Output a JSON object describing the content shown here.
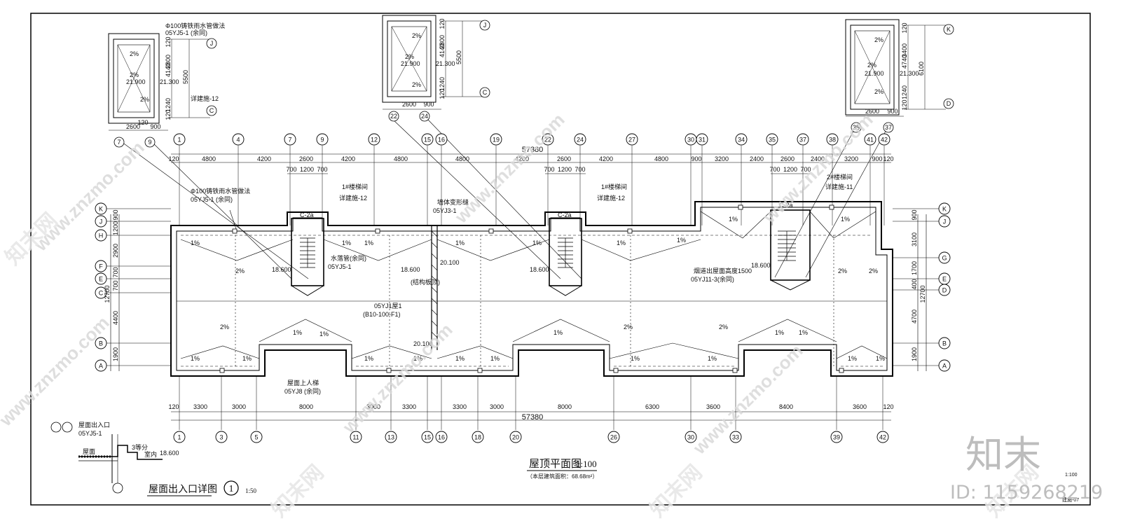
{
  "sheet": {
    "title_main": "屋顶平面图",
    "title_scale": "1:100",
    "title_note": "（本层建筑面积：68.68m²）",
    "detail_title": "屋面出入口详图",
    "detail_number": "1",
    "detail_scale": "1:50",
    "corner_scale": "1:100",
    "corner_sheet": "建施-07"
  },
  "axes_top": [
    "1",
    "4",
    "7",
    "9",
    "12",
    "15",
    "16",
    "19",
    "22",
    "24",
    "27",
    "30",
    "31",
    "34",
    "35",
    "37",
    "38",
    "41",
    "42"
  ],
  "axes_bottom": [
    "1",
    "3",
    "5",
    "11",
    "13",
    "15",
    "16",
    "18",
    "20",
    "26",
    "30",
    "33",
    "39",
    "42"
  ],
  "axes_left": [
    "K",
    "J",
    "H",
    "F",
    "E",
    "C",
    "B",
    "A"
  ],
  "axes_right": [
    "K",
    "J",
    "G",
    "E",
    "D",
    "B",
    "A"
  ],
  "dims_top": [
    "120",
    "4800",
    "4200",
    "2600",
    "4200",
    "4800",
    "4800",
    "4200",
    "2600",
    "4200",
    "4800",
    "900",
    "3200",
    "2400",
    "2600",
    "2400",
    "3200",
    "900",
    "120"
  ],
  "dims_top_total": "57380",
  "dims_top_stair": [
    "700",
    "1200",
    "700"
  ],
  "dims_bottom": [
    "120",
    "3300",
    "3000",
    "8000",
    "3000",
    "3300",
    "3300",
    "3000",
    "8000",
    "6300",
    "3600",
    "8400",
    "3600",
    "120"
  ],
  "dims_bottom_total": "57380",
  "dims_left": [
    "900",
    "1200",
    "2900",
    "700",
    "700",
    "4400",
    "1900"
  ],
  "dims_left_total": "12700",
  "dims_right": [
    "900",
    "3100",
    "1700",
    "400",
    "4700",
    "1900"
  ],
  "dims_right_total": "12700",
  "slopes": [
    "1%",
    "2%",
    "2%",
    "1%"
  ],
  "elevations": [
    "18.600",
    "20.100",
    "21.300",
    "21.900"
  ],
  "labels": {
    "stair1": "1#楼梯间",
    "stair2": "2#楼梯间",
    "see1": "详建施-12",
    "see2": "详建施-12",
    "see3": "详建施-11",
    "pipe_note": "Φ100铸铁雨水管做法",
    "pipe_ref": "05YJ5-1 (余同)",
    "deform": "墙体变形缝",
    "deform_ref": "05YJ3-1",
    "chimney": "烟道出屋面高度1500",
    "chimney_ref": "05YJ11-3(余同)",
    "roof_ref": "05YJ1屋1",
    "roof_code": "(B10-100-F1)",
    "gutter": "水落管(余同)",
    "gutter_ref": "05YJ5-1",
    "ladder": "屋面上人梯",
    "ladder_ref": "05YJ8 (余同)",
    "struct": "(结构板顶)",
    "outlet": "屋面出入口",
    "outlet_ref": "05YJ5-1",
    "parapet": "屋面",
    "indoor": "室内",
    "step": "3等分",
    "c2a": "C-2a"
  },
  "inset_dims": {
    "a": [
      "120",
      "2800",
      "4140",
      "5500",
      "1240",
      "120"
    ],
    "b": [
      "120",
      "3400",
      "4740",
      "6100",
      "1240",
      "120"
    ],
    "w": [
      "2600",
      "900",
      "120"
    ]
  },
  "watermarks": {
    "site": "www.znzmo.com",
    "cn": "知末网",
    "brand": "知末",
    "id": "ID: 1159268219"
  }
}
